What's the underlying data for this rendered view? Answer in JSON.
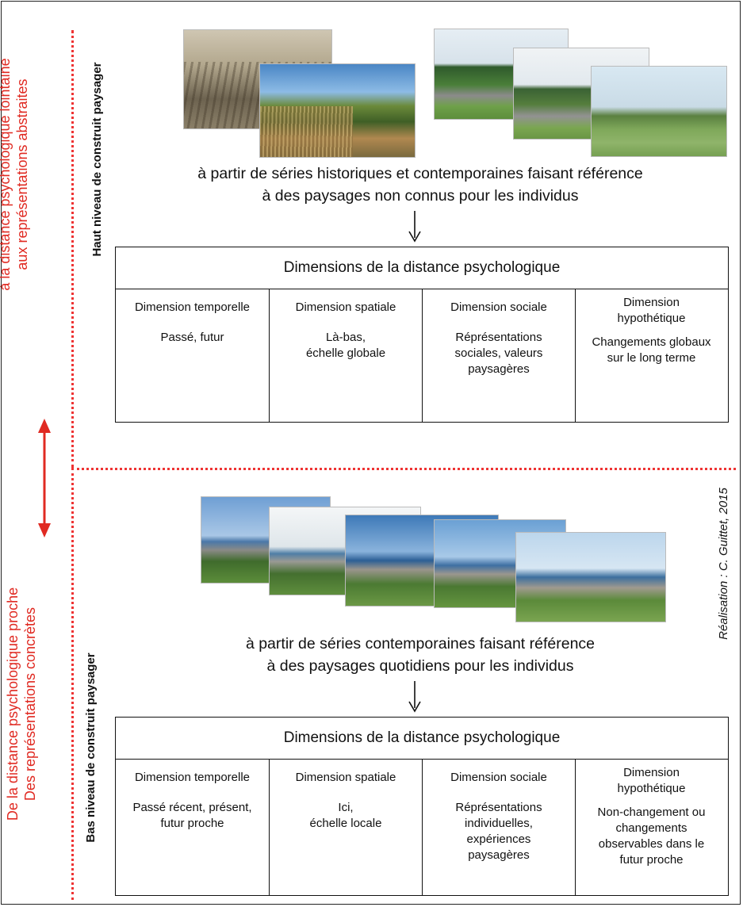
{
  "side_labels": {
    "top_red_line1": "à la distance psychologique lointaine",
    "top_red_line2": "aux représentations abstraites",
    "bottom_red_line1": "De la distance psychologique proche",
    "bottom_red_line2": "Des représentations concrètes",
    "top_level": "Haut niveau de construit paysager",
    "bottom_level": "Bas niveau de construit paysager",
    "credit": "Réalisation : C. Guittet, 2015"
  },
  "top": {
    "caption_line1": "à partir de séries historiques et contemporaines faisant référence",
    "caption_line2": "à des paysages non connus pour les individus",
    "table": {
      "header": "Dimensions de la distance psychologique",
      "columns": [
        {
          "title": "Dimension temporelle",
          "body": "Passé, futur"
        },
        {
          "title": "Dimension spatiale",
          "body": "Là-bas,\néchelle globale"
        },
        {
          "title": "Dimension sociale",
          "body": "Réprésentations\nsociales, valeurs\npaysagères"
        },
        {
          "title": "Dimension\nhypothétique",
          "body": "Changements globaux\nsur le long terme"
        }
      ]
    }
  },
  "bottom": {
    "caption_line1": "à partir de séries contemporaines faisant référence",
    "caption_line2": "à des paysages quotidiens pour les individus",
    "table": {
      "header": "Dimensions de la distance psychologique",
      "columns": [
        {
          "title": "Dimension temporelle",
          "body": "Passé récent, présent,\nfutur proche"
        },
        {
          "title": "Dimension spatiale",
          "body": "Ici,\néchelle locale"
        },
        {
          "title": "Dimension sociale",
          "body": "Réprésentations\nindividuelles,\nexpériences\npaysagères"
        },
        {
          "title": "Dimension\nhypothétique",
          "body": "Non-changement ou\nchangements\nobservables dans le\nfutur proche"
        }
      ]
    }
  },
  "colors": {
    "accent_red": "#e02a22",
    "border": "#111111"
  }
}
